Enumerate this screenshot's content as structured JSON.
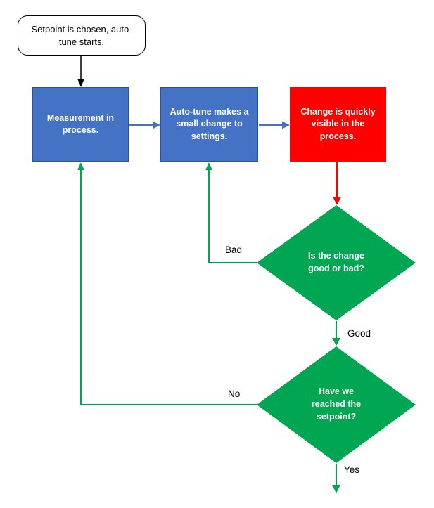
{
  "diagram": {
    "nodes": {
      "start": {
        "type": "terminator",
        "label": "Setpoint is chosen, auto-tune starts."
      },
      "measurement": {
        "type": "process",
        "label": "Measurement in process."
      },
      "autotune": {
        "type": "process",
        "label": "Auto-tune makes a small change to settings."
      },
      "change_visible": {
        "type": "process",
        "label": "Change is quickly visible in the process."
      },
      "decision_goodbad": {
        "type": "decision",
        "label": "Is the change good or bad?"
      },
      "decision_setpoint": {
        "type": "decision",
        "label": "Have we reached the setpoint?"
      }
    },
    "edge_labels": {
      "bad": "Bad",
      "good": "Good",
      "no": "No",
      "yes": "Yes"
    }
  },
  "colors": {
    "process-blue": "#4472C4",
    "process-blue-border": "#2E5395",
    "alert-red": "#FF0000",
    "decision-green": "#00A651",
    "connector-black": "#000000"
  }
}
